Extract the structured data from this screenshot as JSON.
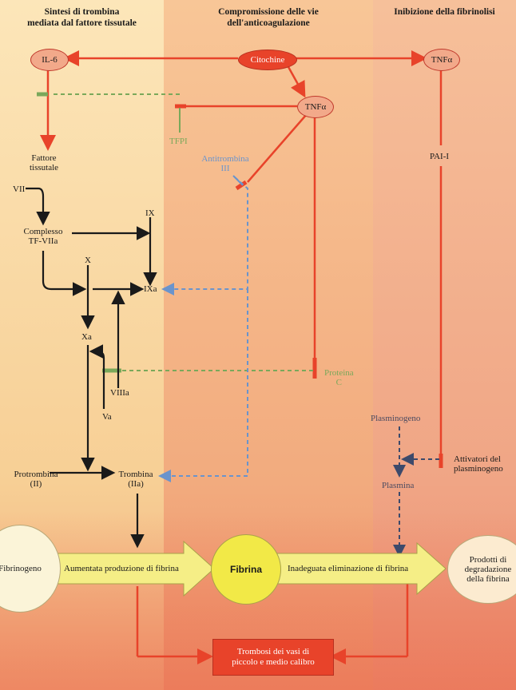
{
  "headers": {
    "col1": "Sintesi di trombina\nmediata dal fattore tissutale",
    "col2": "Compromissione delle vie\ndell'anticoagulazione",
    "col3": "Inibizione della fibrinolisi"
  },
  "nodes": {
    "il6": "IL-6",
    "citochine": "Citochine",
    "tnf_right": "TNFα",
    "tnf_mid": "TNFα",
    "tfpi": "TFPI",
    "antitrombina": "Antitrombina\nIII",
    "fattore_tissutale": "Fattore\ntissutale",
    "vii": "VII",
    "complesso": "Complesso\nTF-VIIa",
    "ix": "IX",
    "x": "X",
    "ixa": "IXa",
    "xa": "Xa",
    "viiia": "VIIIa",
    "va": "Va",
    "proteina_c": "Proteina\nC",
    "pai1": "PAI-I",
    "plasminogeno": "Plasminogeno",
    "attivatori": "Attivatori del\nplasminogeno",
    "plasmina": "Plasmina",
    "protrombina": "Protrombina\n(II)",
    "trombina": "Trombina\n(IIa)",
    "fibrinogeno": "Fibrinogeno",
    "aumentata": "Aumentata produzione di fibrina",
    "fibrina": "Fibrina",
    "inadeguata": "Inadeguata eliminazione di fibrina",
    "prodotti": "Prodotti di\ndegradazione\ndella fibrina",
    "trombosi": "Trombosi dei vasi di\npiccolo e medio calibro"
  },
  "colors": {
    "red": "#e8432a",
    "green": "#7aa85a",
    "blue": "#6a94cc",
    "dark": "#1a1a1a",
    "navy": "#3d4a6b"
  }
}
